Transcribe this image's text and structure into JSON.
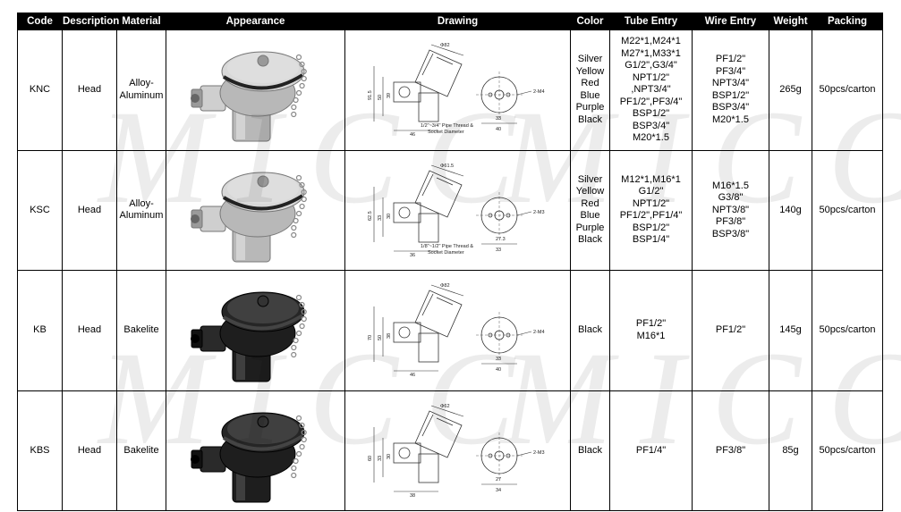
{
  "headers": [
    "Code",
    "Description",
    "Material",
    "Appearance",
    "Drawing",
    "Color",
    "Tube Entry",
    "Wire Entry",
    "Weight",
    "Packing"
  ],
  "watermark": "MICC",
  "rows": [
    {
      "code": "KNC",
      "description": "Head",
      "material": [
        "Alloy-",
        "Aluminum"
      ],
      "color": [
        "Silver",
        "Yellow",
        "Red",
        "Blue",
        "Purple",
        "Black"
      ],
      "tube": [
        "M22*1,M24*1",
        "M27*1,M33*1",
        "G1/2\",G3/4\"",
        "NPT1/2\"",
        ",NPT3/4\"",
        "PF1/2\",PF3/4\"",
        "BSP1/2\"",
        "BSP3/4\"",
        "M20*1.5"
      ],
      "wire": [
        "PF1/2\"",
        "PF3/4\"",
        "NPT3/4\"",
        "BSP1/2\"",
        "BSP3/4\"",
        "M20*1.5"
      ],
      "weight": "265g",
      "packing": "50pcs/carton",
      "dwg": {
        "d1": "Φ82",
        "d2": "91.5",
        "d3": "50",
        "d4": "39",
        "d5": "46",
        "d6": "2-M4",
        "d7": "33",
        "d8": "40",
        "note": [
          "1/2\"~3/4\" Pipe Thread &",
          "Socket Diameter"
        ]
      }
    },
    {
      "code": "KSC",
      "description": "Head",
      "material": [
        "Alloy-",
        "Aluminum"
      ],
      "color": [
        "Silver",
        "Yellow",
        "Red",
        "Blue",
        "Purple",
        "Black"
      ],
      "tube": [
        "M12*1,M16*1",
        "G1/2\"",
        "NPT1/2\"",
        "PF1/2\",PF1/4\"",
        "BSP1/2\"",
        "BSP1/4\""
      ],
      "wire": [
        "M16*1.5",
        "G3/8\"",
        "NPT3/8\"",
        "PF3/8\"",
        "BSP3/8\""
      ],
      "weight": "140g",
      "packing": "50pcs/carton",
      "dwg": {
        "d1": "Φ61.5",
        "d2": "62.5",
        "d3": "33",
        "d4": "30",
        "d5": "36",
        "d6": "2-M3",
        "d7": "27.3",
        "d8": "33",
        "note": [
          "1/8\"~1/2\" Pipe Thread &",
          "Socket Diameter"
        ]
      }
    },
    {
      "code": "KB",
      "description": "Head",
      "material": [
        "Bakelite"
      ],
      "color": [
        "Black"
      ],
      "tube": [
        "PF1/2\"",
        "M16*1"
      ],
      "wire": [
        "PF1/2\""
      ],
      "weight": "145g",
      "packing": "50pcs/carton",
      "dwg": {
        "d1": "Φ82",
        "d2": "70",
        "d3": "50",
        "d4": "38",
        "d5": "46",
        "d6": "2-M4",
        "d7": "33",
        "d8": "40",
        "note": [
          "",
          ""
        ]
      }
    },
    {
      "code": "KBS",
      "description": "Head",
      "material": [
        "Bakelite"
      ],
      "color": [
        "Black"
      ],
      "tube": [
        "PF1/4\""
      ],
      "wire": [
        "PF3/8\""
      ],
      "weight": "85g",
      "packing": "50pcs/carton",
      "dwg": {
        "d1": "Φ62",
        "d2": "60",
        "d3": "33",
        "d4": "30",
        "d5": "38",
        "d6": "2-M3",
        "d7": "27",
        "d8": "34",
        "note": [
          "",
          ""
        ]
      }
    }
  ]
}
